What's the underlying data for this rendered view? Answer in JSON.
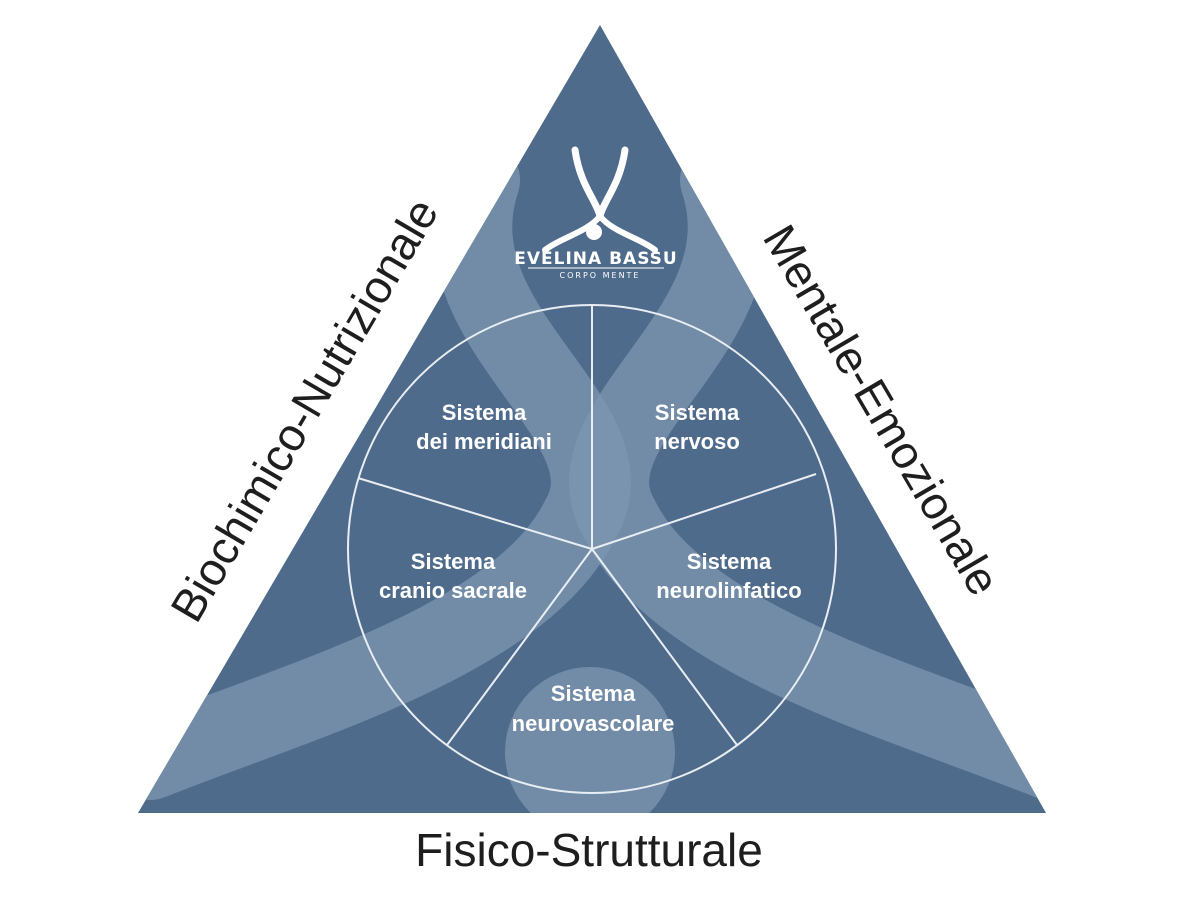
{
  "colors": {
    "triangle": "#4f6b8b",
    "ribbon": "#7e97b1",
    "lines": "#e9eef4",
    "side_text": "#1e1e1e",
    "segment_text": "#ffffff"
  },
  "logo": {
    "icon": "ribbon-figure-icon",
    "name": "EVELINA BASSU",
    "tagline": "CORPO MENTE"
  },
  "sides": {
    "left": "Biochimico-Nutrizionale",
    "right": "Mentale-Emozionale",
    "bottom": "Fisico-Strutturale"
  },
  "segments": [
    {
      "line1": "Sistema",
      "line2": "dei meridiani"
    },
    {
      "line1": "Sistema",
      "line2": "nervoso"
    },
    {
      "line1": "Sistema",
      "line2": "neurolinfatico"
    },
    {
      "line1": "Sistema",
      "line2": "neurovascolare"
    },
    {
      "line1": "Sistema",
      "line2": "cranio sacrale"
    }
  ]
}
